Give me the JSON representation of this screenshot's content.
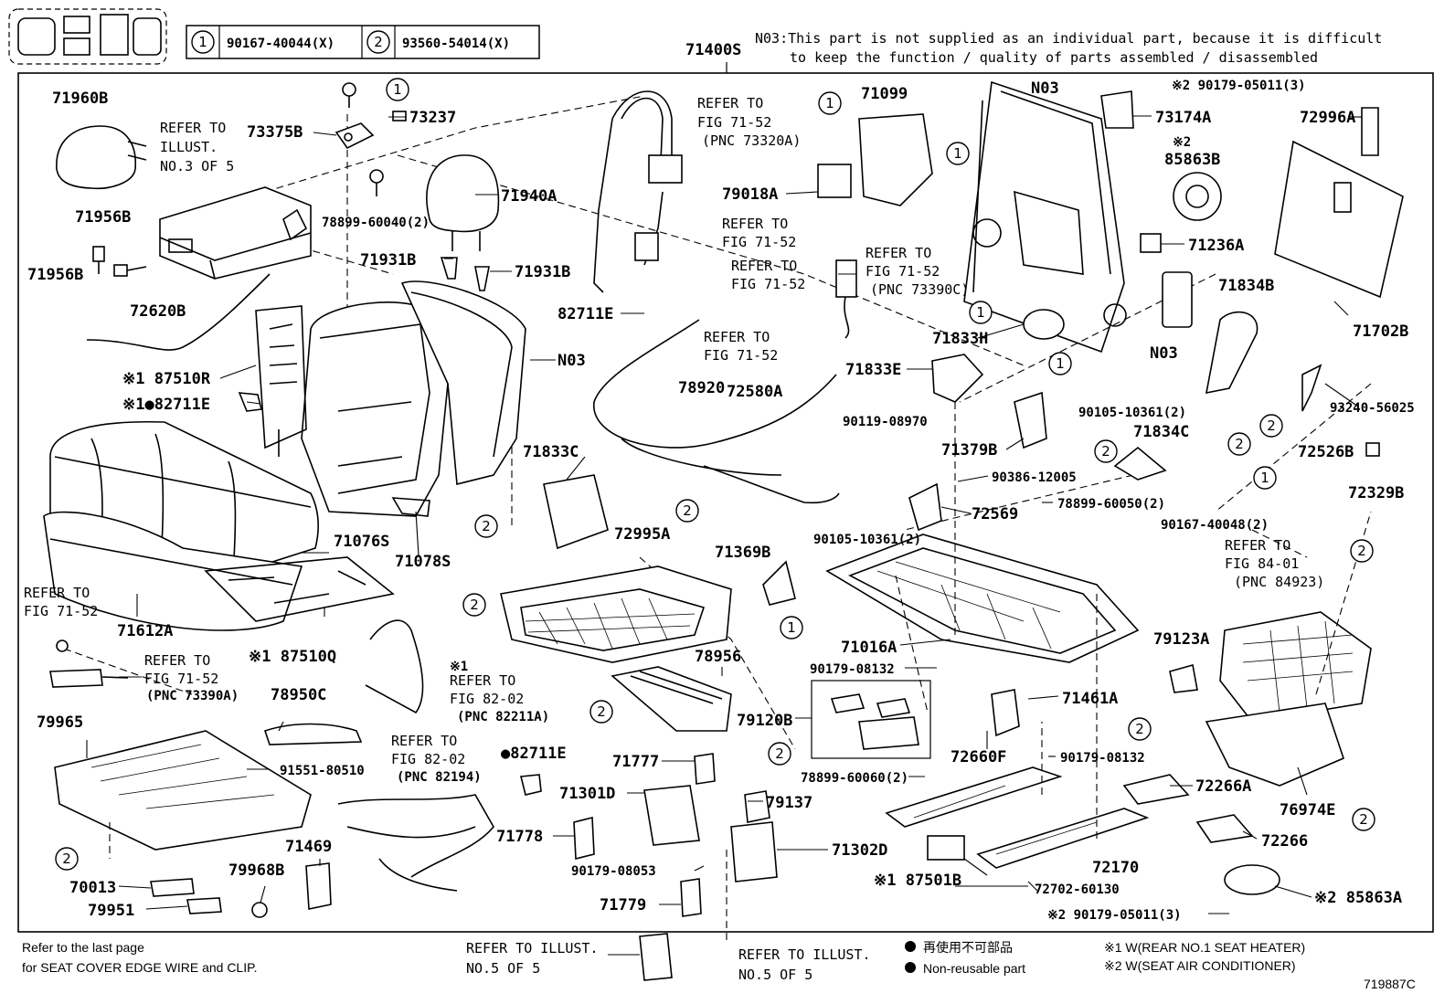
{
  "header": {
    "legend_1_num": "1",
    "legend_1_part": "90167-40044(X)",
    "legend_2_num": "2",
    "legend_2_part": "93560-54014(X)",
    "assembly_label": "71400S",
    "note_line1": "N03:This part is not supplied as an individual part, because it is difficult",
    "note_line2": "to keep the function / quality of parts assembled / disassembled"
  },
  "footer": {
    "edge_note_line1": "Refer to the last page",
    "edge_note_line2": "for SEAT COVER EDGE WIRE and CLIP.",
    "illust_ref1_line1": "REFER TO ILLUST.",
    "illust_ref1_line2": "NO.5 OF 5",
    "illust_ref2_line1": "REFER TO ILLUST.",
    "illust_ref2_line2": "NO.5 OF 5",
    "legend_nonreuse_jp": "再使用不可部品",
    "legend_nonreuse_en": "Non-reusable part",
    "note_1": "※1 W(REAR NO.1 SEAT HEATER)",
    "note_2": "※2 W(SEAT AIR CONDITIONER)",
    "figure_id": "719887C"
  },
  "labels": {
    "p71960B": "71960B",
    "refer_illust3_l1": "REFER TO",
    "refer_illust3_l2": "ILLUST.",
    "refer_illust3_l3": "NO.3 OF 5",
    "p71956B_a": "71956B",
    "p71956B_b": "71956B",
    "p73375B": "73375B",
    "p73237": "73237",
    "p78899_60040": "78899-60040(2)",
    "p71940A": "71940A",
    "p71931B_a": "71931B",
    "p71931B_b": "71931B",
    "p72620B": "72620B",
    "p87510R": "※1 87510R",
    "p82711E_a": "※1●82711E",
    "refer_7152_a_l1": "REFER TO",
    "refer_7152_a_l2": "FIG 71-52",
    "refer_7152_a_l3": "(PNC 73320A)",
    "p79018A": "79018A",
    "refer_7152_b_l1": "REFER TO",
    "refer_7152_b_l2": "FIG 71-52",
    "refer_7152_c_l1": "REFER TO",
    "refer_7152_c_l2": "FIG 71-52",
    "p82711E_b": "82711E",
    "refer_7152_d_l1": "REFER TO",
    "refer_7152_d_l2": "FIG 71-52",
    "refer_7152_d_l3": "(PNC 73390C)",
    "refer_7152_e_l1": "REFER TO",
    "refer_7152_e_l2": "FIG 71-52",
    "p71099": "71099",
    "pN03_top": "N03",
    "p73174A": "73174A",
    "p90179_05011_top": "※2 90179-05011(3)",
    "p72996A": "72996A",
    "p85863B_l1": "※2",
    "p85863B_l2": "85863B",
    "p71236A": "71236A",
    "p71702B": "71702B",
    "p71834B": "71834B",
    "pN03_mid": "N03",
    "pN03_right": "N03",
    "p71833H": "71833H",
    "p71833E": "71833E",
    "p78920": "78920",
    "p72580A": "72580A",
    "p90119_08970": "90119-08970",
    "p71379B": "71379B",
    "p90105_10361_a": "90105-10361(2)",
    "p71834C": "71834C",
    "p93240_56025": "93240-56025",
    "p72526B": "72526B",
    "p72329B": "72329B",
    "p71833C": "71833C",
    "p90386_12005": "90386-12005",
    "p78899_60050": "78899-60050(2)",
    "p72569": "72569",
    "p90105_10361_b": "90105-10361(2)",
    "p90167_40048": "90167-40048(2)",
    "refer_8401_l1": "REFER TO",
    "refer_8401_l2": "FIG 84-01",
    "refer_8401_l3": "(PNC 84923)",
    "p72995A": "72995A",
    "p71369B": "71369B",
    "p71076S": "71076S",
    "p71078S": "71078S",
    "p71016A": "71016A",
    "refer_7152_f_l1": "REFER TO",
    "refer_7152_f_l2": "FIG 71-52",
    "p71612A": "71612A",
    "refer_7152_g_l1": "REFER TO",
    "refer_7152_g_l2": "FIG 71-52",
    "refer_7152_g_l3": "(PNC 73390A)",
    "p87510Q": "※1 87510Q",
    "refer_8202_a_l0": "※1",
    "refer_8202_a_l1": "REFER TO",
    "refer_8202_a_l2": "FIG 82-02",
    "refer_8202_a_l3": "(PNC 82211A)",
    "p78956": "78956",
    "p90179_08132_a": "90179-08132",
    "p79123A": "79123A",
    "p71461A": "71461A",
    "p79120B": "79120B",
    "p72660F": "72660F",
    "p79965": "79965",
    "p78950C": "78950C",
    "p91551_80510": "91551-80510",
    "refer_8202_b_l1": "REFER TO",
    "refer_8202_b_l2": "FIG 82-02",
    "refer_8202_b_l3": "(PNC 82194)",
    "p82711E_c": "●82711E",
    "p71777": "71777",
    "p71301D": "71301D",
    "p79137": "79137",
    "p90179_08132_b": "90179-08132",
    "p78899_60060": "78899-60060(2)",
    "p72266A": "72266A",
    "p76974E": "76974E",
    "p71778": "71778",
    "p72266": "72266",
    "p71469": "71469",
    "p79968B": "79968B",
    "p70013": "70013",
    "p79951": "79951",
    "p90179_08053": "90179-08053",
    "p71302D": "71302D",
    "p72170": "72170",
    "p87501B": "※1 87501B",
    "p72702_60130": "72702-60130",
    "p85863A": "※2 85863A",
    "p71779": "71779",
    "p90179_05011_bot": "※2 90179-05011(3)",
    "c1": "1",
    "c2": "2"
  }
}
